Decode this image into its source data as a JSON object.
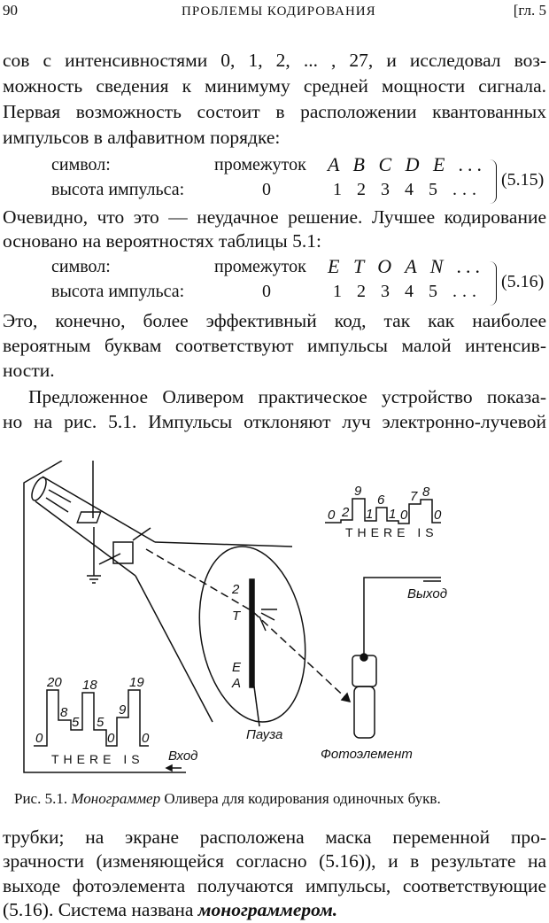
{
  "header": {
    "page_number": "90",
    "running_title": "ПРОБЛЕМЫ КОДИРОВАНИЯ",
    "chapter": "[гл. 5"
  },
  "paragraphs_top": [
    "сов с интенсивностями 0, 1, 2, ... , 27, и исследовал воз-",
    "можность сведения к минимуму средней мощности сигнала.",
    "Первая возможность состоит в расположении квантованных",
    "импульсов в алфавитном порядке:"
  ],
  "formula_515": {
    "row1_label": "символ:",
    "row1_mid": "промежуток",
    "row1_values": "A B C D E ...",
    "row2_label": "высота импульса:",
    "row2_mid": "0",
    "row2_values": "1 2 3 4 5 ...",
    "number": "(5.15)"
  },
  "paragraphs_mid": [
    "Очевидно, что это — неудачное решение. Лучшее кодирование",
    "основано на вероятностях таблицы 5.1:"
  ],
  "formula_516": {
    "row1_label": "символ:",
    "row1_mid": "промежуток",
    "row1_values": "E T O A N ...",
    "row2_label": "высота импульса:",
    "row2_mid": "0",
    "row2_values": "1 2 3 4 5 ...",
    "number": "(5.16)"
  },
  "paragraphs_after": [
    "Это, конечно, более эффективный код, так как наиболее",
    "вероятным буквам соответствуют импульсы малой интенсив-",
    "ности.",
    "Предложенное Оливером практическое устройство показа-",
    "но на рис. 5.1. Импульсы отклоняют луч электронно-лучевой"
  ],
  "figure": {
    "input_levels": [
      "0",
      "20",
      "8",
      "5",
      "18",
      "5",
      "0",
      "9",
      "19",
      "0"
    ],
    "input_letters": "THERE IS",
    "input_label": "Вход",
    "output_levels": [
      "0",
      "2",
      "9",
      "1",
      "6",
      "1",
      "0",
      "7",
      "8",
      "0"
    ],
    "output_letters": "THERE IS",
    "output_label": "Выход",
    "mask_labels": [
      "2",
      "T",
      "E",
      "A"
    ],
    "pause_label": "Пауза",
    "photocell_label": "Фотоэлемент"
  },
  "caption": {
    "prefix": "Рис. 5.1.",
    "italic": "Монограммер",
    "rest": "Оливера для кодирования одиночных букв."
  },
  "paragraphs_bottom": [
    "трубки; на экране расположена маска переменной про-",
    "зрачности (изменяющейся согласно (5.16)), и в результате на",
    "выходе фотоэлемента получаются импульсы, соответствующие"
  ],
  "last_line": {
    "text": "(5.16). Система названа",
    "italic": "монограммером."
  }
}
